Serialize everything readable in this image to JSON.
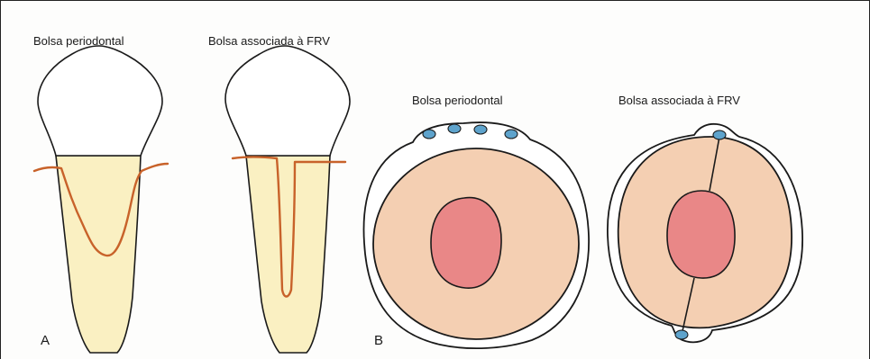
{
  "panel_a": {
    "letter": "A",
    "tooth_left_label": "Bolsa periodontal",
    "tooth_right_label": "Bolsa associada à FRV"
  },
  "panel_b": {
    "letter": "B",
    "section_left_label": "Bolsa periodontal",
    "section_right_label": "Bolsa associada à FRV"
  },
  "colors": {
    "crown": "#ffffff",
    "root": "#faf0c2",
    "pocket_line": "#c8622a",
    "dentin": "#f4cfb2",
    "pulp": "#e98787",
    "dots": "#5ea3cc",
    "outline": "#1a1a1a"
  },
  "icons": [
    "tooth-periodontal-pocket-icon",
    "tooth-vrf-pocket-icon",
    "cross-section-periodontal-icon",
    "cross-section-vrf-icon"
  ]
}
